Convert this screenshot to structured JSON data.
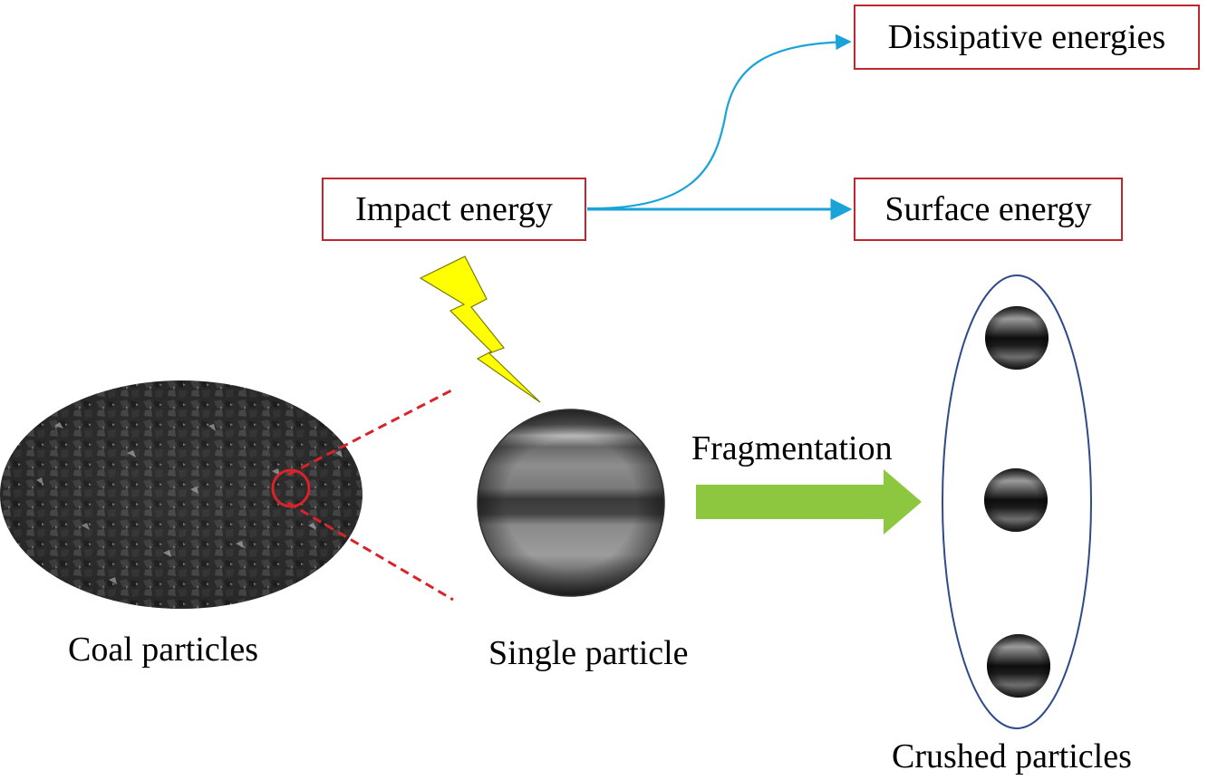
{
  "boxes": {
    "impact": "Impact energy",
    "dissipative": "Dissipative energies",
    "surface": "Surface energy"
  },
  "labels": {
    "coal": "Coal particles",
    "single": "Single particle",
    "fragmentation": "Fragmentation",
    "crushed": "Crushed particles"
  },
  "colors": {
    "box_border": "#c0262c",
    "energy_arrow": "#1aa3d9",
    "fragment_arrow": "#8dc63f",
    "lightning": "#ffff00",
    "zoom_lines": "#d9232a",
    "ellipse": "#2e4a8a"
  }
}
